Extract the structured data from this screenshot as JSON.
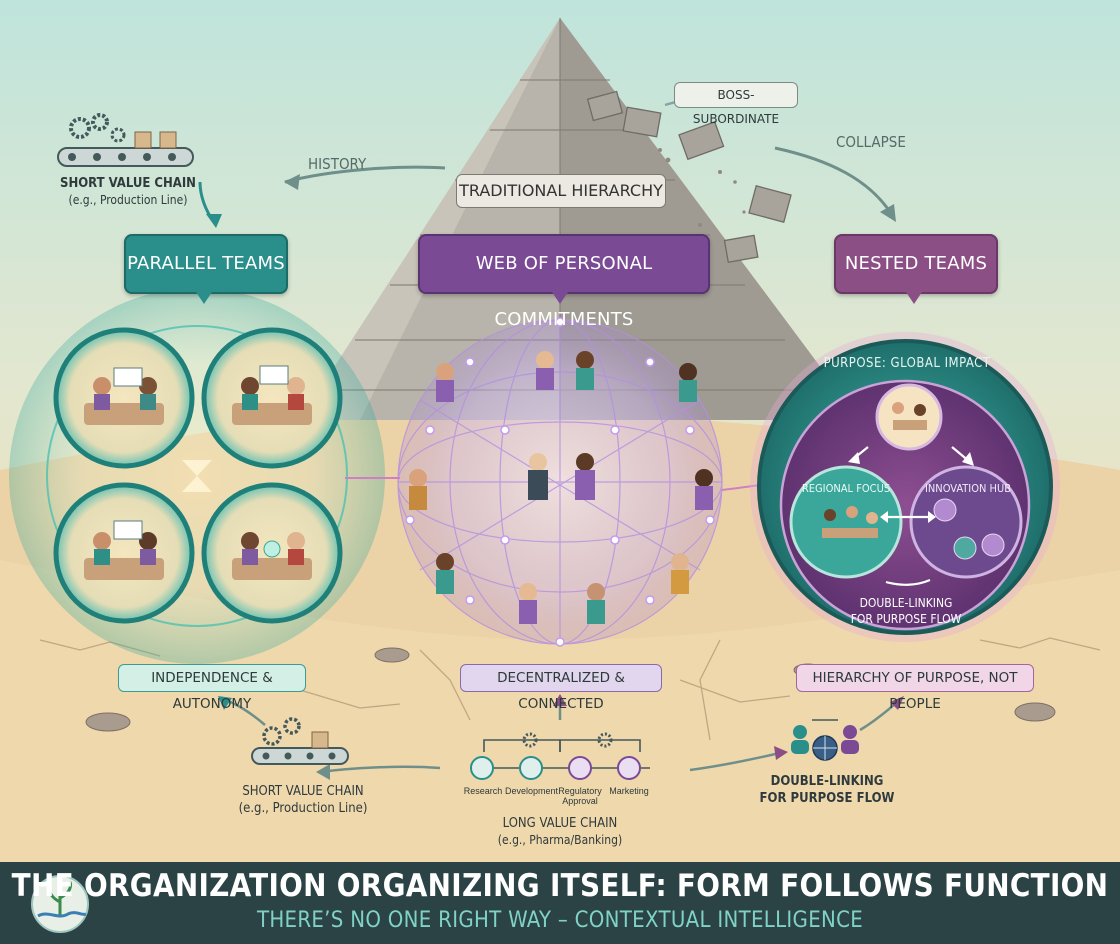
{
  "top": {
    "boss_subordinate": "BOSS-SUBORDINATE",
    "traditional_hierarchy": "TRADITIONAL HIERARCHY",
    "history": "HISTORY",
    "collapse": "COLLAPSE"
  },
  "left": {
    "short_chain_title": "SHORT VALUE CHAIN",
    "short_chain_sub": "(e.g., Production Line)",
    "callout": "PARALLEL TEAMS",
    "pill": "INDEPENDENCE & AUTONOMY"
  },
  "center": {
    "callout": "WEB OF PERSONAL COMMITMENTS",
    "pill": "DECENTRALIZED & CONNECTED"
  },
  "right": {
    "callout": "NESTED TEAMS",
    "purpose": "PURPOSE: GLOBAL IMPACT",
    "regional": "REGIONAL FOCUS",
    "innovation": "INNOVATION HUB",
    "double_link_1": "DOUBLE-LINKING",
    "double_link_2": "FOR PURPOSE FLOW",
    "pill": "HIERARCHY OF PURPOSE, NOT PEOPLE"
  },
  "bottom": {
    "short_chain_title": "SHORT VALUE CHAIN",
    "short_chain_sub": "(e.g., Production Line)",
    "steps": [
      "Research",
      "Development",
      "Regulatory",
      "Approval",
      "Marketing"
    ],
    "long_chain_title": "LONG VALUE CHAIN",
    "long_chain_sub": "(e.g., Pharma/Banking)",
    "double_link_1": "DOUBLE-LINKING",
    "double_link_2": "FOR PURPOSE FLOW"
  },
  "footer": {
    "title": "THE ORGANIZATION ORGANIZING ITSELF: FORM FOLLOWS FUNCTION",
    "subtitle": "THERE’S NO ONE RIGHT WAY – CONTEXTUAL INTELLIGENCE"
  },
  "colors": {
    "teal": "#2a8f8a",
    "purple": "#7a4a95",
    "magenta": "#8c4f85",
    "footer": "#2c4345",
    "footer_sub": "#7fd3c6"
  }
}
